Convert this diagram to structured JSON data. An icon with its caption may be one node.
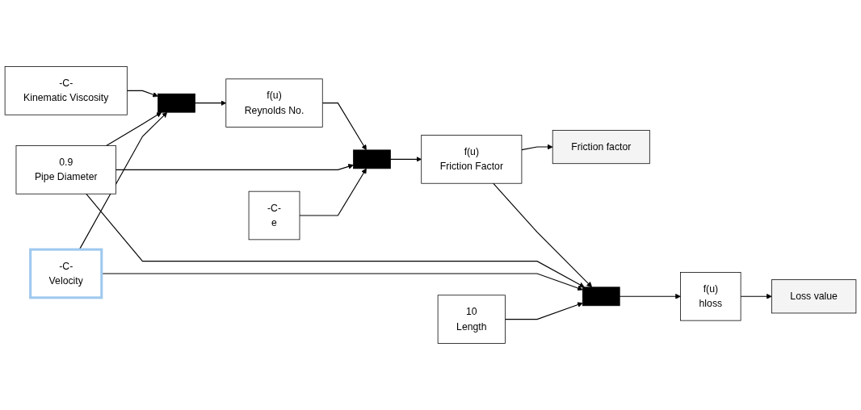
{
  "diagram": {
    "nodes": [
      {
        "text": [
          "-C-",
          "Kinematic Viscosity"
        ]
      },
      {
        "text": [
          "0.9",
          "Pipe Diameter"
        ]
      },
      {
        "text": [
          "-C-",
          "Velocity"
        ]
      },
      {
        "text": [],
        "shape": "bar"
      },
      {
        "text": [
          "f(u)",
          "Reynolds No."
        ]
      },
      {
        "text": [
          "-C-",
          "e"
        ]
      },
      {
        "text": [],
        "shape": "bar"
      },
      {
        "text": [
          "f(u)",
          "Friction Factor"
        ]
      },
      {
        "text": [
          "Friction factor"
        ]
      },
      {
        "text": [
          "10",
          "Length"
        ]
      },
      {
        "text": [],
        "shape": "bar"
      },
      {
        "text": [
          "f(u)",
          "hloss"
        ]
      },
      {
        "text": [
          "Loss value"
        ]
      }
    ],
    "edges": [
      {
        "from": 0,
        "to": 3,
        "arrow": "to"
      },
      {
        "from": 1,
        "to": 3,
        "arrow": "to"
      },
      {
        "from": 2,
        "to": 3,
        "arrow": "to"
      },
      {
        "from": 3,
        "to": 4,
        "arrow": "to"
      },
      {
        "from": 4,
        "to": 6,
        "arrow": "to"
      },
      {
        "from": 1,
        "to": 6,
        "arrow": "to"
      },
      {
        "from": 5,
        "to": 6,
        "arrow": "to"
      },
      {
        "from": 6,
        "to": 7,
        "arrow": "to"
      },
      {
        "from": 7,
        "to": 8,
        "arrow": "to"
      },
      {
        "from": 7,
        "to": 10,
        "arrow": "to"
      },
      {
        "from": 1,
        "to": 10,
        "arrow": "to"
      },
      {
        "from": 2,
        "to": 10,
        "arrow": "to"
      },
      {
        "from": 9,
        "to": 10,
        "arrow": "to"
      },
      {
        "from": 10,
        "to": 11,
        "arrow": "to"
      },
      {
        "from": 11,
        "to": 12,
        "arrow": "to"
      }
    ]
  }
}
